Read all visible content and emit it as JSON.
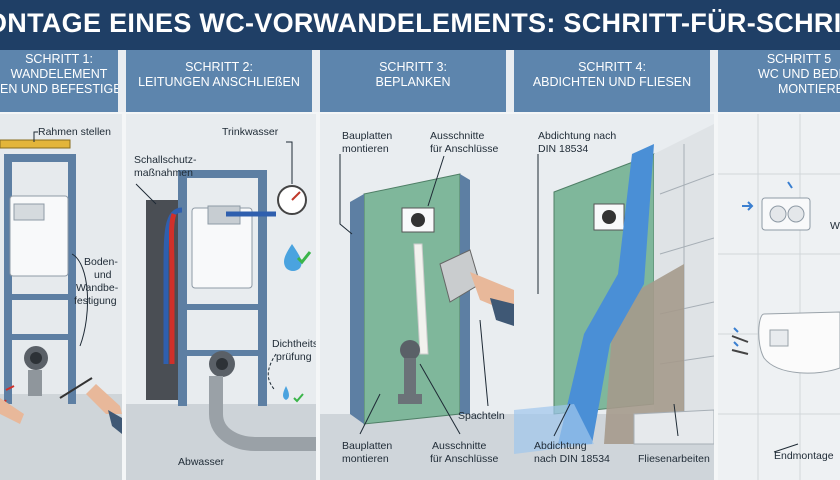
{
  "title": "ONTAGE EINES WC-VORWANDELEMENTS: SCHRITT-FÜR-SCHRITT ANLEITUNG",
  "steps": [
    {
      "header_line1": "SCHRITT 1:",
      "header_line2": "WANDELEMENT",
      "header_line3": "EN UND BEFESTIGEN",
      "labels": {
        "rahmen": "Rahmen stellen",
        "boden1": "Boden-",
        "boden2": "und",
        "boden3": "Wandbe-",
        "boden4": "festigung"
      }
    },
    {
      "header_line1": "SCHRITT 2:",
      "header_line2": "LEITUNGEN ANSCHLIEßEN",
      "labels": {
        "trinkwasser": "Trinkwasser",
        "schall1": "Schallschutz-",
        "schall2": "maßnahmen",
        "dicht1": "Dichtheits-",
        "dicht2": "prüfung",
        "abwasser": "Abwasser"
      }
    },
    {
      "header_line1": "SCHRITT 3:",
      "header_line2": "BEPLANKEN",
      "labels": {
        "bauplatten_top1": "Bauplatten",
        "bauplatten_top2": "montieren",
        "ausschnitte_top1": "Ausschnitte",
        "ausschnitte_top2": "für Anschlüsse",
        "spachteln": "Spachteln",
        "bauplatten_bot1": "Bauplatten",
        "bauplatten_bot2": "montieren",
        "ausschnitte_bot1": "Ausschnitte",
        "ausschnitte_bot2": "für Anschlüsse"
      }
    },
    {
      "header_line1": "SCHRITT 4:",
      "header_line2": "ABDICHTEN UND FLIESEN",
      "labels": {
        "abdichtung_top1": "Abdichtung nach",
        "abdichtung_top2": "DIN 18534",
        "abdichtung_bot1": "Abdichtung",
        "abdichtung_bot2": "nach DIN 18534",
        "fliesen": "Fliesenarbeiten"
      }
    },
    {
      "header_line1": "SCHRITT 5",
      "header_line2": "WC UND BEDIENE",
      "header_line3": "MONTIERE",
      "labels": {
        "endmontage": "Endmontage",
        "w": "W"
      }
    }
  ],
  "colors": {
    "title_bg": "#1f3f66",
    "header_bg": "#5d85ad",
    "frame_blue": "#5d7fa3",
    "board_green": "#7fb79b",
    "sealing_blue": "#4a8fd6",
    "tile_grey": "#dfe3e6"
  },
  "icons": {
    "step2_water": "water-drop-check-icon",
    "step2_gauge": "pressure-gauge-icon"
  }
}
